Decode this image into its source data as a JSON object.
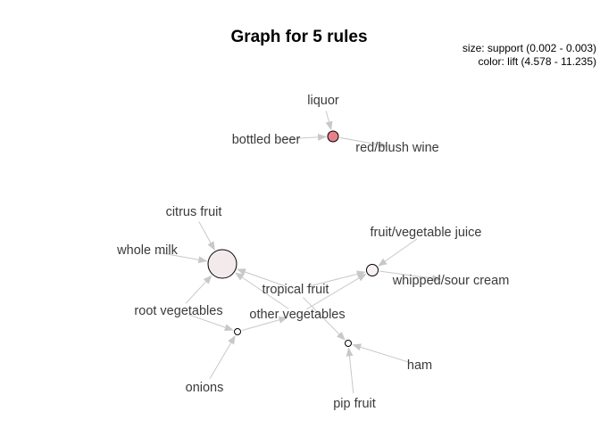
{
  "title": "Graph for 5 rules",
  "legend": {
    "size_line": "size: support (0.002 - 0.003)",
    "color_line": "color: lift (4.578 - 11.235)"
  },
  "colors": {
    "edge": "#c8c8c8",
    "label": "#3a3a3a",
    "node_outline": "#000000"
  },
  "items": [
    {
      "id": "liquor",
      "label": "liquor"
    },
    {
      "id": "bottled-beer",
      "label": "bottled beer"
    },
    {
      "id": "red-blush-wine",
      "label": "red/blush wine"
    },
    {
      "id": "citrus-fruit",
      "label": "citrus fruit"
    },
    {
      "id": "whole-milk",
      "label": "whole milk"
    },
    {
      "id": "fruit-vegetable-juice",
      "label": "fruit/vegetable juice"
    },
    {
      "id": "tropical-fruit",
      "label": "tropical fruit"
    },
    {
      "id": "whipped-sour-cream",
      "label": "whipped/sour cream"
    },
    {
      "id": "root-vegetables",
      "label": "root vegetables"
    },
    {
      "id": "other-vegetables",
      "label": "other vegetables"
    },
    {
      "id": "ham",
      "label": "ham"
    },
    {
      "id": "onions",
      "label": "onions"
    },
    {
      "id": "pip-fruit",
      "label": "pip fruit"
    }
  ],
  "rules": [
    {
      "id": "rule-1",
      "fill": "#e8808a"
    },
    {
      "id": "rule-2",
      "fill": "#f3ebeb"
    },
    {
      "id": "rule-3",
      "fill": "#f8f2f2"
    },
    {
      "id": "rule-4",
      "fill": "#ffffff"
    },
    {
      "id": "rule-5",
      "fill": "#ffffff"
    }
  ],
  "edges": [
    {
      "from": "liquor",
      "to": "rule-1"
    },
    {
      "from": "bottled-beer",
      "to": "rule-1"
    },
    {
      "from": "rule-1",
      "to": "red-blush-wine"
    },
    {
      "from": "citrus-fruit",
      "to": "rule-2"
    },
    {
      "from": "whole-milk",
      "to": "rule-2"
    },
    {
      "from": "root-vegetables",
      "to": "rule-2"
    },
    {
      "from": "tropical-fruit",
      "to": "rule-2"
    },
    {
      "from": "other-vegetables",
      "to": "rule-2"
    },
    {
      "from": "fruit-vegetable-juice",
      "to": "rule-3"
    },
    {
      "from": "tropical-fruit",
      "to": "rule-3"
    },
    {
      "from": "other-vegetables",
      "to": "rule-3"
    },
    {
      "from": "rule-3",
      "to": "whipped-sour-cream"
    },
    {
      "from": "root-vegetables",
      "to": "rule-4"
    },
    {
      "from": "onions",
      "to": "rule-4"
    },
    {
      "from": "rule-4",
      "to": "other-vegetables"
    },
    {
      "from": "tropical-fruit",
      "to": "rule-5"
    },
    {
      "from": "ham",
      "to": "rule-5"
    },
    {
      "from": "pip-fruit",
      "to": "rule-5"
    }
  ]
}
